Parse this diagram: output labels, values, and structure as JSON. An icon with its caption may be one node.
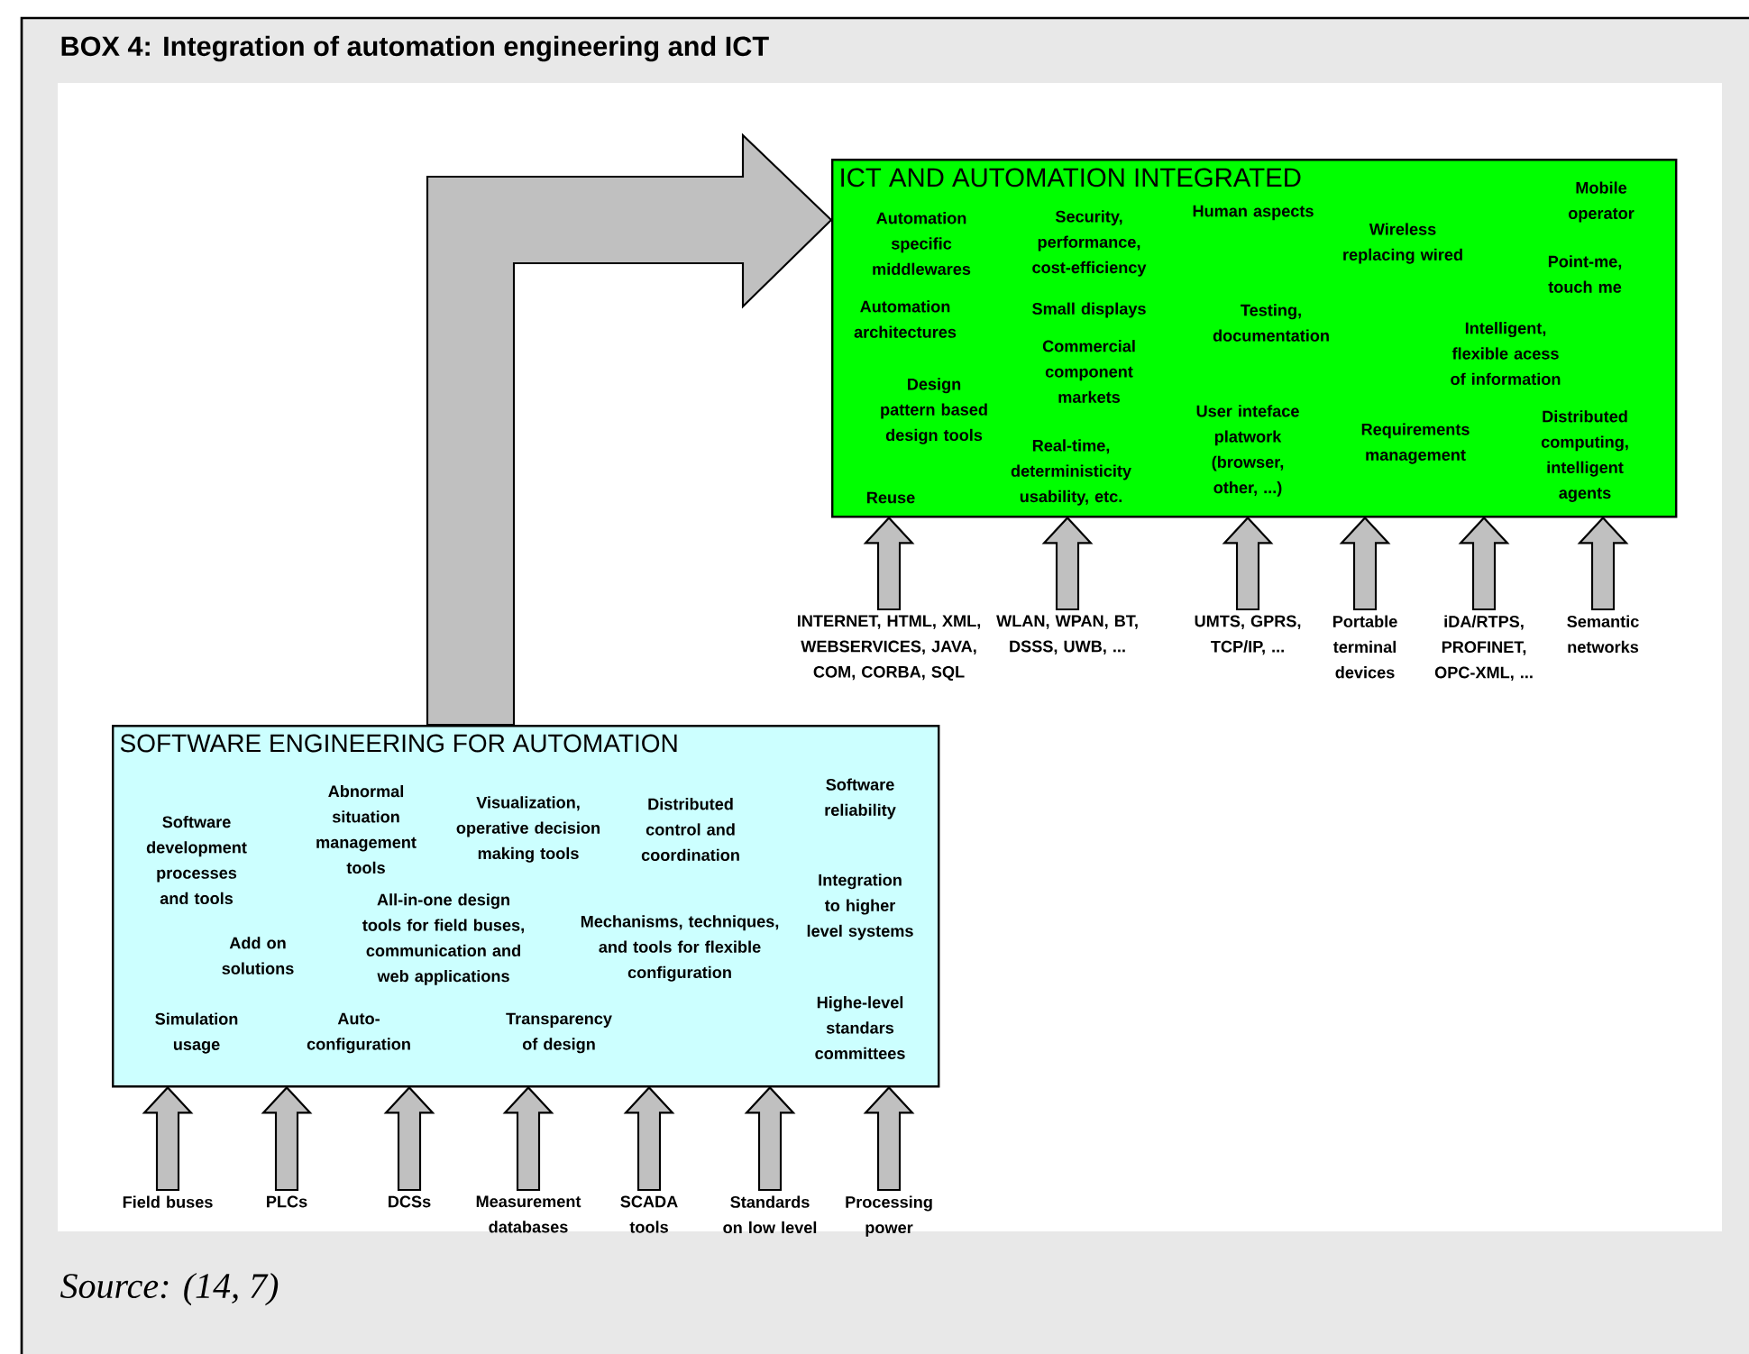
{
  "diagram": {
    "title": "BOX 4: Integration of automation engineering and ICT",
    "caption": "Source: (14, 7)",
    "nodes": [
      {
        "text": [
          "ICT AND AUTOMATION INTEGRATED",
          "Automation specific middlewares",
          "Security, performance, cost-efficiency",
          "Human aspects",
          "Wireless replacing wired",
          "Mobile operator",
          "Point-me, touch me",
          "Automation architectures",
          "Small displays",
          "Testing, documentation",
          "Intelligent, flexible acess of information",
          "Commercial component markets",
          "Design pattern based design tools",
          "User inteface platwork (browser, other, ...)",
          "Requirements management",
          "Distributed computing, intelligent agents",
          "Real-time, deterministicity usability, etc.",
          "Reuse"
        ]
      },
      {
        "text": [
          "INTERNET, HTML, XML, WEBSERVICES, JAVA, COM, CORBA, SQL"
        ]
      },
      {
        "text": [
          "WLAN, WPAN, BT, DSSS, UWB, ..."
        ]
      },
      {
        "text": [
          "UMTS, GPRS, TCP/IP, ..."
        ]
      },
      {
        "text": [
          "Portable terminal devices"
        ]
      },
      {
        "text": [
          "iDA/RTPS, PROFINET, OPC-XML, ..."
        ]
      },
      {
        "text": [
          "Semantic networks"
        ]
      },
      {
        "text": [
          "SOFTWARE ENGINEERING FOR AUTOMATION",
          "Software development processes and tools",
          "Abnormal situation management tools",
          "Visualization, operative decision making tools",
          "Distributed control and coordination",
          "Software reliability",
          "Add on solutions",
          "All-in-one design tools for field buses, communication and web applications",
          "Mechanisms, techniques, and tools for flexible configuration",
          "Integration to higher level systems",
          "Simulation usage",
          "Auto-configuration",
          "Transparency of design",
          "Highe-level standars committees"
        ]
      },
      {
        "text": [
          "Field buses"
        ]
      },
      {
        "text": [
          "PLCs"
        ]
      },
      {
        "text": [
          "DCSs"
        ]
      },
      {
        "text": [
          "Measurement databases"
        ]
      },
      {
        "text": [
          "SCADA tools"
        ]
      },
      {
        "text": [
          "Standards on low level"
        ]
      },
      {
        "text": [
          "Processing power"
        ]
      }
    ],
    "edges": [
      {
        "from": 1,
        "to": 0,
        "arrow": "to"
      },
      {
        "from": 2,
        "to": 0,
        "arrow": "to"
      },
      {
        "from": 3,
        "to": 0,
        "arrow": "to"
      },
      {
        "from": 4,
        "to": 0,
        "arrow": "to"
      },
      {
        "from": 5,
        "to": 0,
        "arrow": "to"
      },
      {
        "from": 6,
        "to": 0,
        "arrow": "to"
      },
      {
        "from": 7,
        "to": 0,
        "arrow": "to"
      },
      {
        "from": 8,
        "to": 7,
        "arrow": "to"
      },
      {
        "from": 9,
        "to": 7,
        "arrow": "to"
      },
      {
        "from": 10,
        "to": 7,
        "arrow": "to"
      },
      {
        "from": 11,
        "to": 7,
        "arrow": "to"
      },
      {
        "from": 12,
        "to": 7,
        "arrow": "to"
      },
      {
        "from": 13,
        "to": 7,
        "arrow": "to"
      },
      {
        "from": 14,
        "to": 7,
        "arrow": "to"
      }
    ]
  }
}
